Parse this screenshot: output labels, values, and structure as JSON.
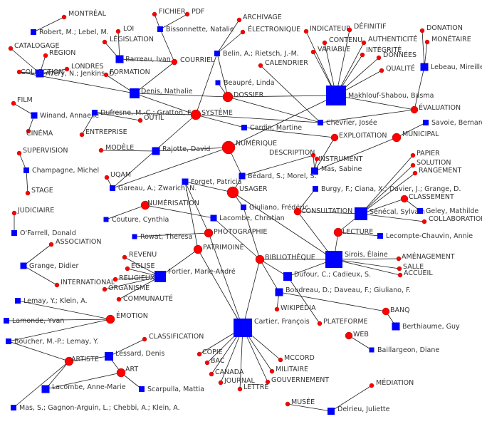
{
  "colors": {
    "author_node": "#0000ff",
    "keyword_node": "#ff0000",
    "edge": "#1a1a1a",
    "label": "#333333"
  },
  "authors": [
    {
      "id": "robert",
      "label": "Robert, M.; Lebel, M."
    },
    {
      "id": "bissonnette",
      "label": "Bissonnette, Natalie"
    },
    {
      "id": "belin",
      "label": "Belin, A.; Rietsch, J.-M."
    },
    {
      "id": "makhlouf",
      "label": "Makhlouf-Shabou, Basma"
    },
    {
      "id": "lebeau",
      "label": "Lebeau, Mireille"
    },
    {
      "id": "barreau",
      "label": "Barreau, Ivan"
    },
    {
      "id": "avery",
      "label": "Avery, N.; Jenkins, D."
    },
    {
      "id": "beaupre",
      "label": "Beaupré, Linda"
    },
    {
      "id": "denis",
      "label": "Denis, Nathalie"
    },
    {
      "id": "winand",
      "label": "Winand, Annaelle"
    },
    {
      "id": "dufresne",
      "label": "Dufresne, M.-C.; Gratton, E."
    },
    {
      "id": "chevrier",
      "label": "Chevrier, Josée"
    },
    {
      "id": "cardin",
      "label": "Cardin, Martine"
    },
    {
      "id": "savoie",
      "label": "Savoie, Bernard"
    },
    {
      "id": "rajotte",
      "label": "Rajotte, David"
    },
    {
      "id": "champagne",
      "label": "Champagne, Michel"
    },
    {
      "id": "mas",
      "label": "Mas, Sabine"
    },
    {
      "id": "bedard",
      "label": "Bédard, S.; Morel, S."
    },
    {
      "id": "gareau",
      "label": "Gareau, A.; Zwarich, N."
    },
    {
      "id": "forget",
      "label": "Forget, Patricia"
    },
    {
      "id": "burgy",
      "label": "Burgy, F.; Ciana, X.; Davier, J.; Grange, D."
    },
    {
      "id": "giuliano",
      "label": "Giuliano, Frédéric"
    },
    {
      "id": "senecal",
      "label": "Sénécal, Sylvain"
    },
    {
      "id": "geley",
      "label": "Geley, Mathilde"
    },
    {
      "id": "couture",
      "label": "Couture, Cynthia"
    },
    {
      "id": "lacombe_c",
      "label": "Lacombe, Christian"
    },
    {
      "id": "ofarrell",
      "label": "O'Farrell, Donald"
    },
    {
      "id": "lecompte",
      "label": "Lecompte-Chauvin, Annie"
    },
    {
      "id": "rowat",
      "label": "Rowat, Theresa"
    },
    {
      "id": "grange",
      "label": "Grange, Didier"
    },
    {
      "id": "sirois",
      "label": "Sirois, Élaine"
    },
    {
      "id": "fortier",
      "label": "Fortier, Marie-André"
    },
    {
      "id": "dufour",
      "label": "Dufour, C.; Cadieux, S."
    },
    {
      "id": "boudreau",
      "label": "Boudreau, D.; Daveau, F.; Giuliano, F."
    },
    {
      "id": "lemay_klein",
      "label": "Lemay, Y.; Klein, A."
    },
    {
      "id": "lamonde",
      "label": "Lamonde, Yvan"
    },
    {
      "id": "cartier",
      "label": "Cartier, François"
    },
    {
      "id": "berthiaume",
      "label": "Berthiaume, Guy"
    },
    {
      "id": "boucher",
      "label": "Boucher, M.-P.; Lemay, Y."
    },
    {
      "id": "lessard",
      "label": "Lessard, Denis"
    },
    {
      "id": "baillargeon",
      "label": "Baillargeon, Diane"
    },
    {
      "id": "lacombe_am",
      "label": "Lacombe, Anne-Marie"
    },
    {
      "id": "scarpulla",
      "label": "Scarpulla, Mattia"
    },
    {
      "id": "mas_multi",
      "label": "Mas, S.; Gagnon-Arguin, L.; Chebbi, A.; Klein, A."
    },
    {
      "id": "delrieu",
      "label": "Delrieu, Juliette"
    }
  ],
  "keywords": [
    {
      "id": "montreal",
      "label": "MONTRÉAL"
    },
    {
      "id": "fichier",
      "label": "FICHIER"
    },
    {
      "id": "pdf",
      "label": "PDF"
    },
    {
      "id": "archivage",
      "label": "ARCHIVAGE"
    },
    {
      "id": "electronique",
      "label": "ÉLECTRONIQUE"
    },
    {
      "id": "indicateur",
      "label": "INDICATEUR"
    },
    {
      "id": "definitif",
      "label": "DÉFINITIF"
    },
    {
      "id": "donation",
      "label": "DONATION"
    },
    {
      "id": "monetaire",
      "label": "MONÉTAIRE"
    },
    {
      "id": "loi",
      "label": "LOI"
    },
    {
      "id": "legislation",
      "label": "LÉGISLATION"
    },
    {
      "id": "contenu",
      "label": "CONTENU"
    },
    {
      "id": "authenticite",
      "label": "AUTHENTICITÉ"
    },
    {
      "id": "catalogage",
      "label": "CATALOGAGE"
    },
    {
      "id": "region",
      "label": "RÉGION"
    },
    {
      "id": "variable",
      "label": "VARIABLE"
    },
    {
      "id": "integrite",
      "label": "INTÉGRITÉ"
    },
    {
      "id": "donnees",
      "label": "DONNÉES"
    },
    {
      "id": "courriel",
      "label": "COURRIEL"
    },
    {
      "id": "londres",
      "label": "LONDRES"
    },
    {
      "id": "collection",
      "label": "COLLECTION"
    },
    {
      "id": "calendrier",
      "label": "CALENDRIER"
    },
    {
      "id": "qualite",
      "label": "QUALITÉ"
    },
    {
      "id": "formation",
      "label": "FORMATION"
    },
    {
      "id": "dossier",
      "label": "DOSSIER"
    },
    {
      "id": "film",
      "label": "FILM"
    },
    {
      "id": "evaluation",
      "label": "ÉVALUATION"
    },
    {
      "id": "systeme",
      "label": "SYSTÈME"
    },
    {
      "id": "outil",
      "label": "OUTIL"
    },
    {
      "id": "cinema",
      "label": "CINÉMA"
    },
    {
      "id": "entreprise",
      "label": "ENTREPRISE"
    },
    {
      "id": "exploitation",
      "label": "EXPLOITATION"
    },
    {
      "id": "municipal",
      "label": "MUNICIPAL"
    },
    {
      "id": "numerique",
      "label": "NUMÉRIQUE"
    },
    {
      "id": "modele",
      "label": "MODÈLE"
    },
    {
      "id": "description",
      "label": "DESCRIPTION"
    },
    {
      "id": "supervision",
      "label": "SUPERVISION"
    },
    {
      "id": "instrument",
      "label": "INSTRUMENT"
    },
    {
      "id": "papier",
      "label": "PAPIER"
    },
    {
      "id": "solution",
      "label": "SOLUTION"
    },
    {
      "id": "rangement",
      "label": "RANGEMENT"
    },
    {
      "id": "uqam",
      "label": "UQAM"
    },
    {
      "id": "usager",
      "label": "USAGER"
    },
    {
      "id": "stage",
      "label": "STAGE"
    },
    {
      "id": "classement",
      "label": "CLASSEMENT"
    },
    {
      "id": "numerisation",
      "label": "NUMÉRISATION"
    },
    {
      "id": "consultation",
      "label": "CONSULTATION"
    },
    {
      "id": "collaboration",
      "label": "COLLABORATION"
    },
    {
      "id": "judiciaire",
      "label": "JUDICIAIRE"
    },
    {
      "id": "lecture",
      "label": "LECTURE"
    },
    {
      "id": "photographie",
      "label": "PHOTOGRAPHIE"
    },
    {
      "id": "association",
      "label": "ASSOCIATION"
    },
    {
      "id": "patrimoine",
      "label": "PATRIMOINE"
    },
    {
      "id": "amenagement",
      "label": "AMÉNAGEMENT"
    },
    {
      "id": "bibliotheque",
      "label": "BIBLIOTHÈQUE"
    },
    {
      "id": "salle",
      "label": "SALLE"
    },
    {
      "id": "revenu",
      "label": "REVENU"
    },
    {
      "id": "accueil",
      "label": "ACCUEIL"
    },
    {
      "id": "eglise",
      "label": "ÉGLISE"
    },
    {
      "id": "religieux",
      "label": "RELIGIEUX"
    },
    {
      "id": "international",
      "label": "INTERNATIONAL"
    },
    {
      "id": "organisme",
      "label": "ORGANISME"
    },
    {
      "id": "communaute",
      "label": "COMMUNAUTÉ"
    },
    {
      "id": "wikipedia",
      "label": "WIKIPÉDIA"
    },
    {
      "id": "plateforme",
      "label": "PLATEFORME"
    },
    {
      "id": "banq",
      "label": "BANQ"
    },
    {
      "id": "emotion",
      "label": "ÉMOTION"
    },
    {
      "id": "web",
      "label": "WEB"
    },
    {
      "id": "classification",
      "label": "CLASSIFICATION"
    },
    {
      "id": "artiste",
      "label": "ARTISTE"
    },
    {
      "id": "copie",
      "label": "COPIE"
    },
    {
      "id": "bac",
      "label": "BAC"
    },
    {
      "id": "mccord",
      "label": "MCCORD"
    },
    {
      "id": "art",
      "label": "ART"
    },
    {
      "id": "militaire",
      "label": "MILITAIRE"
    },
    {
      "id": "canada",
      "label": "CANADA"
    },
    {
      "id": "journal",
      "label": "JOURNAL"
    },
    {
      "id": "gouvernement",
      "label": "GOUVERNEMENT"
    },
    {
      "id": "lettre",
      "label": "LETTRE"
    },
    {
      "id": "mediation",
      "label": "MÉDIATION"
    },
    {
      "id": "musee",
      "label": "MUSÉE"
    }
  ],
  "edges": [
    [
      "robert",
      "montreal"
    ],
    [
      "bissonnette",
      "fichier"
    ],
    [
      "bissonnette",
      "pdf"
    ],
    [
      "bissonnette",
      "courriel"
    ],
    [
      "belin",
      "archivage"
    ],
    [
      "belin",
      "electronique"
    ],
    [
      "belin",
      "dossier"
    ],
    [
      "belin",
      "systeme"
    ],
    [
      "makhlouf",
      "indicateur"
    ],
    [
      "makhlouf",
      "definitif"
    ],
    [
      "makhlouf",
      "contenu"
    ],
    [
      "makhlouf",
      "authenticite"
    ],
    [
      "makhlouf",
      "variable"
    ],
    [
      "makhlouf",
      "integrite"
    ],
    [
      "makhlouf",
      "donnees"
    ],
    [
      "makhlouf",
      "qualite"
    ],
    [
      "makhlouf",
      "dossier"
    ],
    [
      "makhlouf",
      "evaluation"
    ],
    [
      "makhlouf",
      "numerique"
    ],
    [
      "lebeau",
      "donation"
    ],
    [
      "lebeau",
      "monetaire"
    ],
    [
      "lebeau",
      "evaluation"
    ],
    [
      "barreau",
      "loi"
    ],
    [
      "barreau",
      "legislation"
    ],
    [
      "barreau",
      "courriel"
    ],
    [
      "avery",
      "catalogage"
    ],
    [
      "avery",
      "region"
    ],
    [
      "avery",
      "londres"
    ],
    [
      "avery",
      "collection"
    ],
    [
      "denis",
      "collection"
    ],
    [
      "denis",
      "formation"
    ],
    [
      "denis",
      "systeme"
    ],
    [
      "denis",
      "dossier"
    ],
    [
      "denis",
      "courriel"
    ],
    [
      "beaupre",
      "dossier"
    ],
    [
      "chevrier",
      "calendrier"
    ],
    [
      "chevrier",
      "dossier"
    ],
    [
      "chevrier",
      "evaluation"
    ],
    [
      "chevrier",
      "systeme"
    ],
    [
      "winand",
      "film"
    ],
    [
      "winand",
      "cinema"
    ],
    [
      "dufresne",
      "outil"
    ],
    [
      "dufresne",
      "entreprise"
    ],
    [
      "dufresne",
      "systeme"
    ],
    [
      "cardin",
      "systeme"
    ],
    [
      "cardin",
      "exploitation"
    ],
    [
      "savoie",
      "municipal"
    ],
    [
      "rajotte",
      "modele"
    ],
    [
      "rajotte",
      "numerique"
    ],
    [
      "champagne",
      "supervision"
    ],
    [
      "champagne",
      "stage"
    ],
    [
      "mas",
      "description"
    ],
    [
      "mas",
      "instrument"
    ],
    [
      "mas",
      "exploitation"
    ],
    [
      "mas",
      "municipal"
    ],
    [
      "bedard",
      "numerique"
    ],
    [
      "bedard",
      "usager"
    ],
    [
      "bedard",
      "description"
    ],
    [
      "gareau",
      "uqam"
    ],
    [
      "gareau",
      "numerique"
    ],
    [
      "gareau",
      "systeme"
    ],
    [
      "forget",
      "usager"
    ],
    [
      "forget",
      "photographie"
    ],
    [
      "forget",
      "patrimoine"
    ],
    [
      "burgy",
      "consultation"
    ],
    [
      "giuliano",
      "usager"
    ],
    [
      "giuliano",
      "bibliotheque"
    ],
    [
      "senecal",
      "papier"
    ],
    [
      "senecal",
      "solution"
    ],
    [
      "senecal",
      "rangement"
    ],
    [
      "senecal",
      "classement"
    ],
    [
      "senecal",
      "collaboration"
    ],
    [
      "senecal",
      "consultation"
    ],
    [
      "senecal",
      "lecture"
    ],
    [
      "geley",
      "classement"
    ],
    [
      "couture",
      "numerisation"
    ],
    [
      "lacombe_c",
      "numerisation"
    ],
    [
      "lacombe_c",
      "bibliotheque"
    ],
    [
      "ofarrell",
      "judiciaire"
    ],
    [
      "lecompte",
      "lecture"
    ],
    [
      "rowat",
      "photographie"
    ],
    [
      "grange",
      "association"
    ],
    [
      "grange",
      "international"
    ],
    [
      "sirois",
      "lecture"
    ],
    [
      "sirois",
      "amenagement"
    ],
    [
      "sirois",
      "salle"
    ],
    [
      "sirois",
      "accueil"
    ],
    [
      "sirois",
      "bibliotheque"
    ],
    [
      "sirois",
      "consultation"
    ],
    [
      "sirois",
      "usager"
    ],
    [
      "fortier",
      "revenu"
    ],
    [
      "fortier",
      "eglise"
    ],
    [
      "fortier",
      "religieux"
    ],
    [
      "fortier",
      "organisme"
    ],
    [
      "fortier",
      "communaute"
    ],
    [
      "fortier",
      "patrimoine"
    ],
    [
      "dufour",
      "bibliotheque"
    ],
    [
      "dufour",
      "plateforme"
    ],
    [
      "dufour",
      "sirois"
    ],
    [
      "boudreau",
      "wikipedia"
    ],
    [
      "boudreau",
      "banq"
    ],
    [
      "boudreau",
      "bibliotheque"
    ],
    [
      "lemay_klein",
      "emotion"
    ],
    [
      "lamonde",
      "emotion"
    ],
    [
      "cartier",
      "patrimoine"
    ],
    [
      "cartier",
      "bibliotheque"
    ],
    [
      "cartier",
      "photographie"
    ],
    [
      "cartier",
      "copie"
    ],
    [
      "cartier",
      "bac"
    ],
    [
      "cartier",
      "canada"
    ],
    [
      "cartier",
      "journal"
    ],
    [
      "cartier",
      "lettre"
    ],
    [
      "cartier",
      "gouvernement"
    ],
    [
      "cartier",
      "militaire"
    ],
    [
      "cartier",
      "mccord"
    ],
    [
      "berthiaume",
      "banq"
    ],
    [
      "boucher",
      "emotion"
    ],
    [
      "boucher",
      "artiste"
    ],
    [
      "lessard",
      "classification"
    ],
    [
      "lessard",
      "art"
    ],
    [
      "lessard",
      "artiste"
    ],
    [
      "baillargeon",
      "web"
    ],
    [
      "lacombe_am",
      "artiste"
    ],
    [
      "lacombe_am",
      "art"
    ],
    [
      "scarpulla",
      "art"
    ],
    [
      "mas_multi",
      "artiste"
    ],
    [
      "delrieu",
      "musee"
    ],
    [
      "delrieu",
      "mediation"
    ]
  ]
}
